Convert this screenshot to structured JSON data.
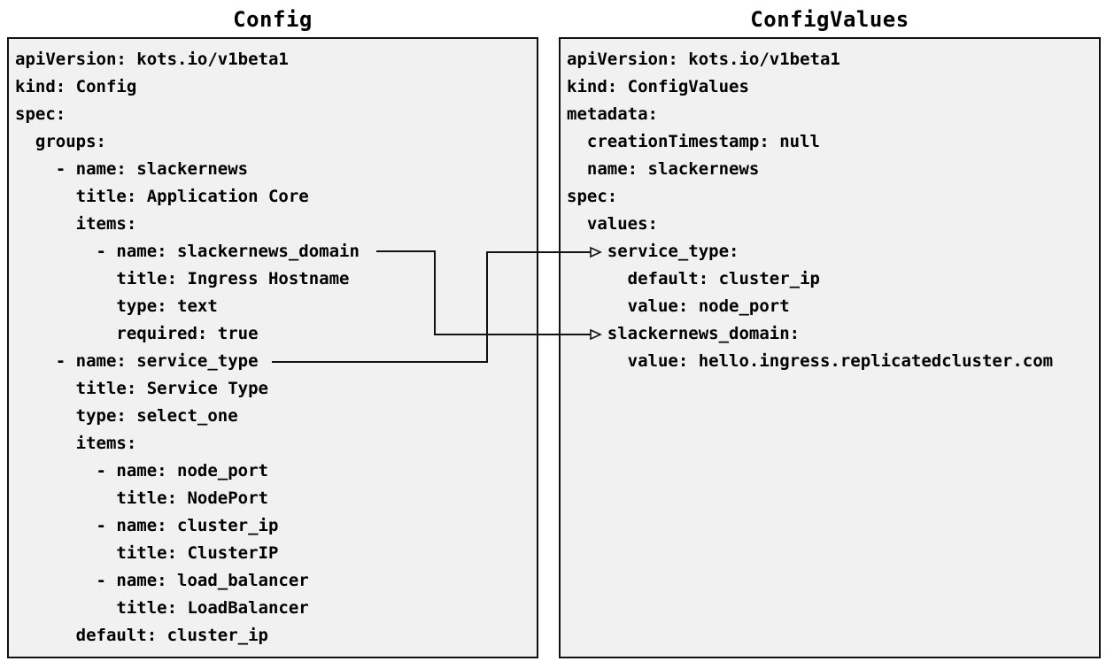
{
  "diagram": {
    "left_panel": {
      "title": "Config",
      "code_lines": [
        "apiVersion: kots.io/v1beta1",
        "kind: Config",
        "spec:",
        "  groups:",
        "    - name: slackernews",
        "      title: Application Core",
        "      items:",
        "        - name: slackernews_domain",
        "          title: Ingress Hostname",
        "          type: text",
        "          required: true",
        "    - name: service_type",
        "      title: Service Type",
        "      type: select_one",
        "      items:",
        "        - name: node_port",
        "          title: NodePort",
        "        - name: cluster_ip",
        "          title: ClusterIP",
        "        - name: load_balancer",
        "          title: LoadBalancer",
        "      default: cluster_ip"
      ]
    },
    "right_panel": {
      "title": "ConfigValues",
      "code_lines": [
        "apiVersion: kots.io/v1beta1",
        "kind: ConfigValues",
        "metadata:",
        "  creationTimestamp: null",
        "  name: slackernews",
        "spec:",
        "  values:",
        "    service_type:",
        "      default: cluster_ip",
        "      value: node_port",
        "    slackernews_domain:",
        "      value: hello.ingress.replicatedcluster.com"
      ]
    },
    "connections": [
      {
        "from": "Config item slackernews_domain",
        "to": "ConfigValues value slackernews_domain"
      },
      {
        "from": "Config item service_type",
        "to": "ConfigValues value service_type"
      }
    ],
    "colors": {
      "panel_fill": "#f1f1f1",
      "panel_border": "#111111",
      "text": "#000000",
      "connector": "#111111"
    }
  }
}
